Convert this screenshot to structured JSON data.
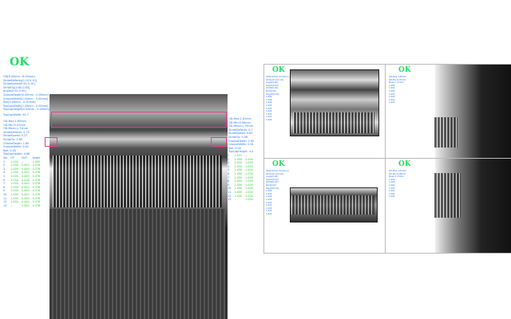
{
  "left": {
    "status": "OK",
    "info_top": [
      "OD[6.00mm - 6.00mm]",
      "StrideDefects[0.10-0.10]",
      "StrideSpeed[0.00-0.10]",
      "StrideTp[0.60-0.60]",
      "Angle[0.00-0.00]",
      "GrooveDepth[0.00mm - 0.00mm]",
      "GrooveWidth[0.00mm - 0.00mm]",
      "Roll[0.00mm - 0.00mm]",
      "TopCapWidth[0.00mm - 0.00mm]",
      "TopCapHeight[0.00mm - 0.00mm]"
    ],
    "top_cap_width": "TopCapWidth: 61.7",
    "info_mid": [
      "OD-Max:1.80mm",
      "OD-Min:0.97mm",
      "OD-Mean:1.71mm",
      "StrideDefects: 0.75",
      "StrideSpeed: 0.27",
      "StrideTp: 0.85",
      "GrooveDepth: 1.60",
      "GrooveWidth: 0.63",
      "Roll: 0.00",
      "TopCapHeight: 4.86"
    ],
    "table_headers": [
      "Idx",
      "OF",
      "OUT",
      "Angle"
    ],
    "rows": [
      [
        "1",
        "1.000",
        "--",
        "1.000"
      ],
      [
        "2",
        "1.000",
        "0.420",
        "0.376"
      ],
      [
        "3",
        "1.000",
        "0.400",
        "0.376"
      ],
      [
        "4",
        "1.000",
        "0.420",
        "0.376"
      ],
      [
        "5",
        "1.000",
        "0.400",
        "0.376"
      ],
      [
        "6",
        "1.000",
        "0.418",
        "0.376"
      ],
      [
        "7",
        "1.000",
        "0.400",
        "0.376"
      ],
      [
        "8",
        "1.000",
        "0.420",
        "0.376"
      ],
      [
        "9",
        "1.000",
        "0.400",
        "0.376"
      ],
      [
        "10",
        "1.000",
        "0.420",
        "0.376"
      ],
      [
        "11",
        "1.000",
        "0.400",
        "0.376"
      ],
      [
        "12",
        "1.000",
        "0.420",
        "0.376"
      ],
      [
        "13",
        "--",
        "0.400",
        "0.376"
      ]
    ],
    "info_right": [
      "OD-Max:1.81mm",
      "OD-Min:0.98mm",
      "OD-Mean:1.75mm",
      "StrideDefects: 0.7",
      "StrideSpeed: 0.83",
      "StrideTp: 0.08",
      "GrooveDepth: 1.60",
      "GrooveWidth: 0.61",
      "Roll: 0.00",
      "TopCapHeight: 4.4"
    ],
    "right_rows": [
      [
        "1",
        "1.471",
        "--"
      ],
      [
        "2",
        "1.450",
        "1.000"
      ],
      [
        "3",
        "1.450",
        "1.000"
      ],
      [
        "4",
        "1.450",
        "1.000"
      ],
      [
        "5",
        "1.450",
        "1.000"
      ],
      [
        "6",
        "1.450",
        "1.000"
      ],
      [
        "7",
        "1.450",
        "1.000"
      ],
      [
        "8",
        "1.450",
        "1.000"
      ],
      [
        "9",
        "1.450",
        "1.000"
      ],
      [
        "10",
        "1.450",
        "1.000"
      ],
      [
        "11",
        "1.450",
        "1.000"
      ],
      [
        "12",
        "1.450",
        "1.000"
      ],
      [
        "13",
        "--",
        "1.000"
      ]
    ]
  },
  "panels": [
    {
      "status": "OK",
      "info": [
        "OD[6.00mm-6.00mm]",
        "Stride[0.10-0.10]",
        "Angle[0.00]",
        "Depth[0.00]",
        "Width[0.00]",
        "Roll[0.00]",
        "Height[0.00]",
        "1.000",
        "1.000",
        "1.000",
        "1.000",
        "1.000",
        "1.000",
        "1.000",
        "1.000",
        "1.000"
      ]
    },
    {
      "status": "OK",
      "info": [
        "OD-Max:1.80mm",
        "OD-Min:0.97mm",
        "Mean:1.71mm",
        "1.000",
        "1.000",
        "1.000",
        "1.000",
        "1.000",
        "1.000",
        "1.000"
      ]
    },
    {
      "status": "OK",
      "info": [
        "OD[6.00mm-6.00mm]",
        "Stride[0.10-0.10]",
        "Angle[0.00]",
        "Depth[0.00]",
        "Width[0.00]",
        "Roll[0.00]",
        "Height[0.00]",
        "1.000",
        "1.000",
        "1.000",
        "1.000",
        "1.000",
        "1.000",
        "1.000",
        "1.000",
        "1.000"
      ]
    },
    {
      "status": "OK",
      "info": [
        "OD-Max:1.81mm",
        "OD-Min:0.98mm",
        "Mean:1.75mm",
        "1.000",
        "1.000",
        "1.000",
        "1.000",
        "1.000",
        "1.000",
        "1.000"
      ]
    }
  ],
  "colors": {
    "ok": "#22dd66",
    "info": "#2a7cf0",
    "roi": "#e0408a"
  }
}
